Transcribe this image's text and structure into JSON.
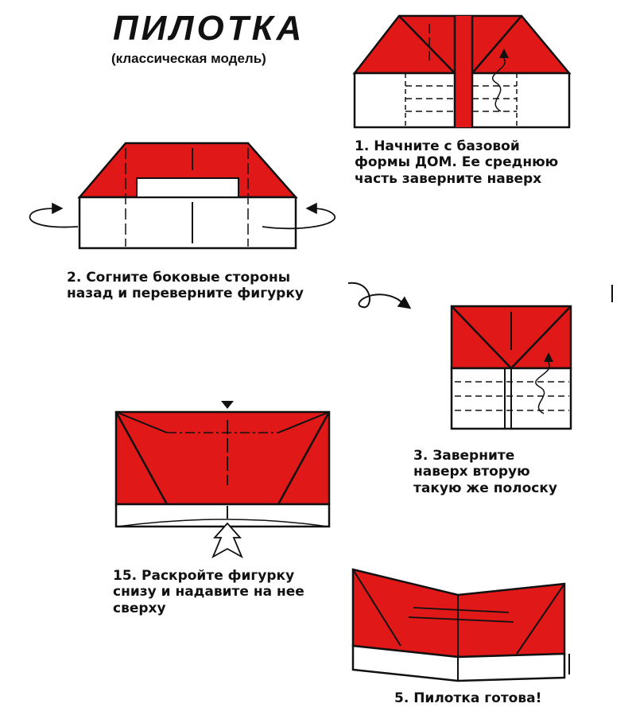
{
  "title": "ПИЛОТКА",
  "subtitle": "(классическая модель)",
  "steps": [
    {
      "id": "1",
      "text": "1. Начните с базовой\nформы ДОМ. Ее среднюю\nчасть заверните наверх"
    },
    {
      "id": "2",
      "text": "2. Согните боковые стороны\nназад и переверните фигурку"
    },
    {
      "id": "3",
      "text": "3. Заверните\nнаверх вторую\nтакую же полоску"
    },
    {
      "id": "15",
      "text": "15. Раскройте фигурку\nснизу и надавите на нее\nсверху"
    },
    {
      "id": "5",
      "text": "5. Пилотка готова!"
    }
  ],
  "colors": {
    "paper_red": "#e01818",
    "paper_white": "#ffffff",
    "line": "#111111"
  }
}
